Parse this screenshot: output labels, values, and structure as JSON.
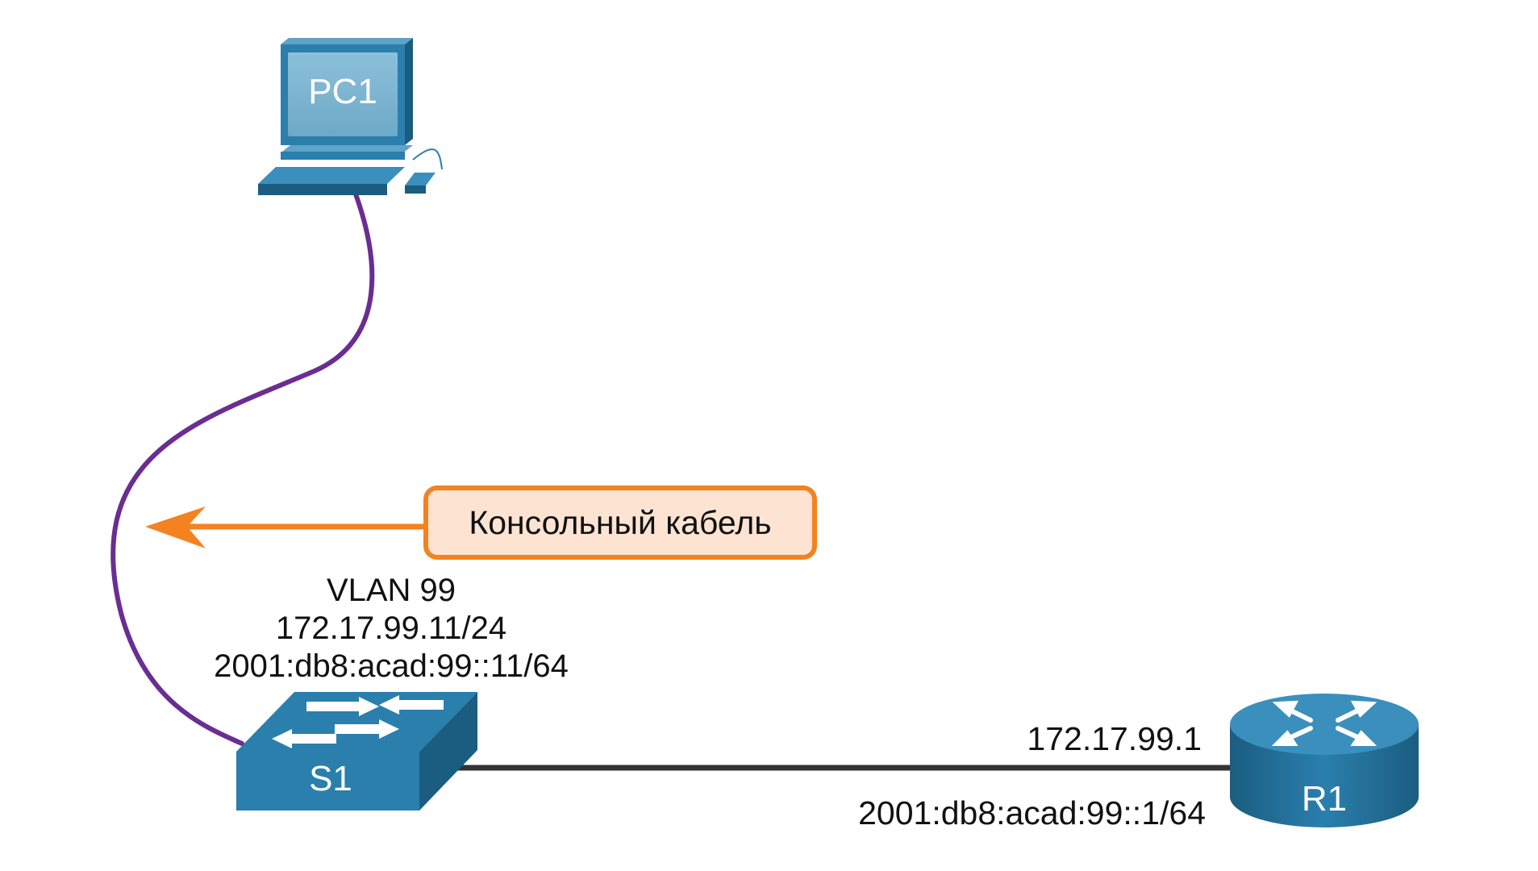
{
  "devices": {
    "pc": {
      "label": "PC1"
    },
    "switch": {
      "label": "S1"
    },
    "router": {
      "label": "R1"
    }
  },
  "callout": {
    "label": "Консольный кабель"
  },
  "switch_info": {
    "vlan": "VLAN 99",
    "ipv4": "172.17.99.11/24",
    "ipv6": "2001:db8:acad:99::11/64"
  },
  "router_info": {
    "ipv4": "172.17.99.1",
    "ipv6": "2001:db8:acad:99::1/64"
  },
  "colors": {
    "device_blue": "#2a7fad",
    "device_dark": "#1b5d80",
    "console_cable": "#6a2d91",
    "ethernet_cable": "#333333",
    "callout_orange": "#f58220",
    "callout_fill": "#fde4d2"
  }
}
